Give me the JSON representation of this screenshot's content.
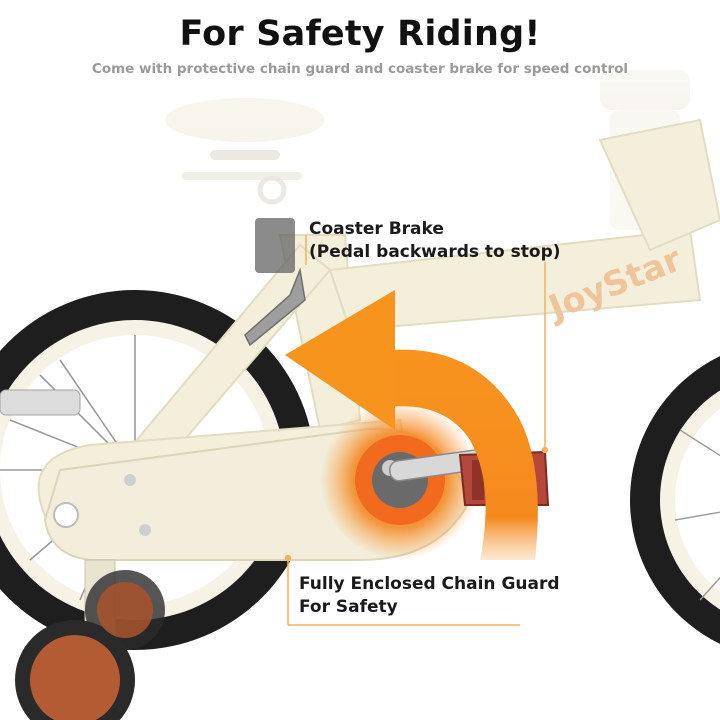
{
  "header": {
    "title": "For Safety Riding!",
    "subtitle": "Come with protective chain guard and coaster brake for speed control"
  },
  "callouts": {
    "coaster_brake": {
      "line1": "Coaster Brake",
      "line2": "(Pedal backwards to stop)"
    },
    "chain_guard": {
      "line1": "Fully Enclosed Chain Guard",
      "line2": "For Safety"
    }
  },
  "product": {
    "brand_logo_text": "JoyStar",
    "frame_color": "#f3efdb",
    "tire_color": "#1e1e1e",
    "accent_color": "#f5901e",
    "pedal_color": "#b5473b"
  }
}
